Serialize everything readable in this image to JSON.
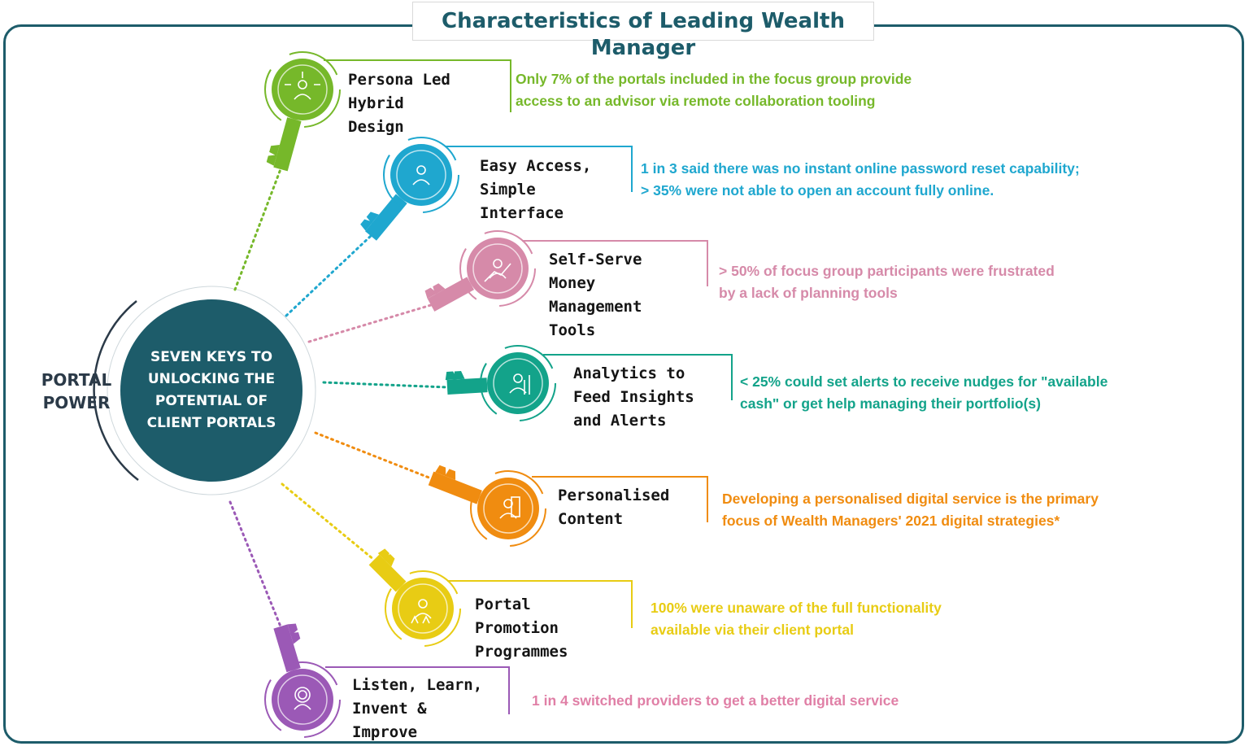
{
  "title": "Characteristics of Leading Wealth Manager",
  "side_label": [
    "PORTAL",
    "POWER"
  ],
  "hub_text": "SEVEN KEYS TO UNLOCKING THE POTENTIAL OF CLIENT PORTALS",
  "keys": [
    {
      "name_lines": [
        "Persona Led",
        "Hybrid",
        "Design"
      ],
      "stat_lines": [
        "Only 7% of the portals included in the focus group provide",
        "access to an advisor via remote collaboration tooling"
      ],
      "color": "#76b82a",
      "icon": "network-arrows-icon"
    },
    {
      "name_lines": [
        "Easy Access,",
        "Simple",
        "Interface"
      ],
      "stat_lines": [
        "1 in 3 said there was no instant online password reset capability;",
        "> 35% were not able to open an account fully online."
      ],
      "color": "#1fa7cf",
      "icon": "user-laptop-icon"
    },
    {
      "name_lines": [
        "Self-Serve",
        "Money",
        "Management",
        "Tools"
      ],
      "stat_lines": [
        "> 50% of focus group participants were frustrated",
        "by a lack of planning tools"
      ],
      "color": "#d68aa9",
      "icon": "growth-chart-icon"
    },
    {
      "name_lines": [
        "Analytics to",
        "Feed Insights",
        "and Alerts"
      ],
      "stat_lines": [
        "< 25% could set alerts to receive nudges for \"available",
        "cash\" or get help managing their portfolio(s)"
      ],
      "color": "#13a38a",
      "icon": "analytics-user-icon"
    },
    {
      "name_lines": [
        "Personalised",
        "Content"
      ],
      "stat_lines": [
        "Developing a personalised digital service is the primary",
        "focus of Wealth Managers' 2021 digital strategies*"
      ],
      "color": "#f08c10",
      "icon": "checklist-person-icon"
    },
    {
      "name_lines": [
        "Portal",
        "Promotion",
        "Programmes"
      ],
      "stat_lines": [
        "100% were unaware of the full functionality",
        "available via their client portal"
      ],
      "color": "#e8cc14",
      "icon": "user-stars-icon"
    },
    {
      "name_lines": [
        "Listen, Learn,",
        "Invent &",
        "Improve"
      ],
      "stat_lines": [
        "1 in 4 switched providers to get a better digital service"
      ],
      "color": "#9b59b6",
      "stat_color": "#e07fa6",
      "icon": "gear-head-icon"
    }
  ]
}
